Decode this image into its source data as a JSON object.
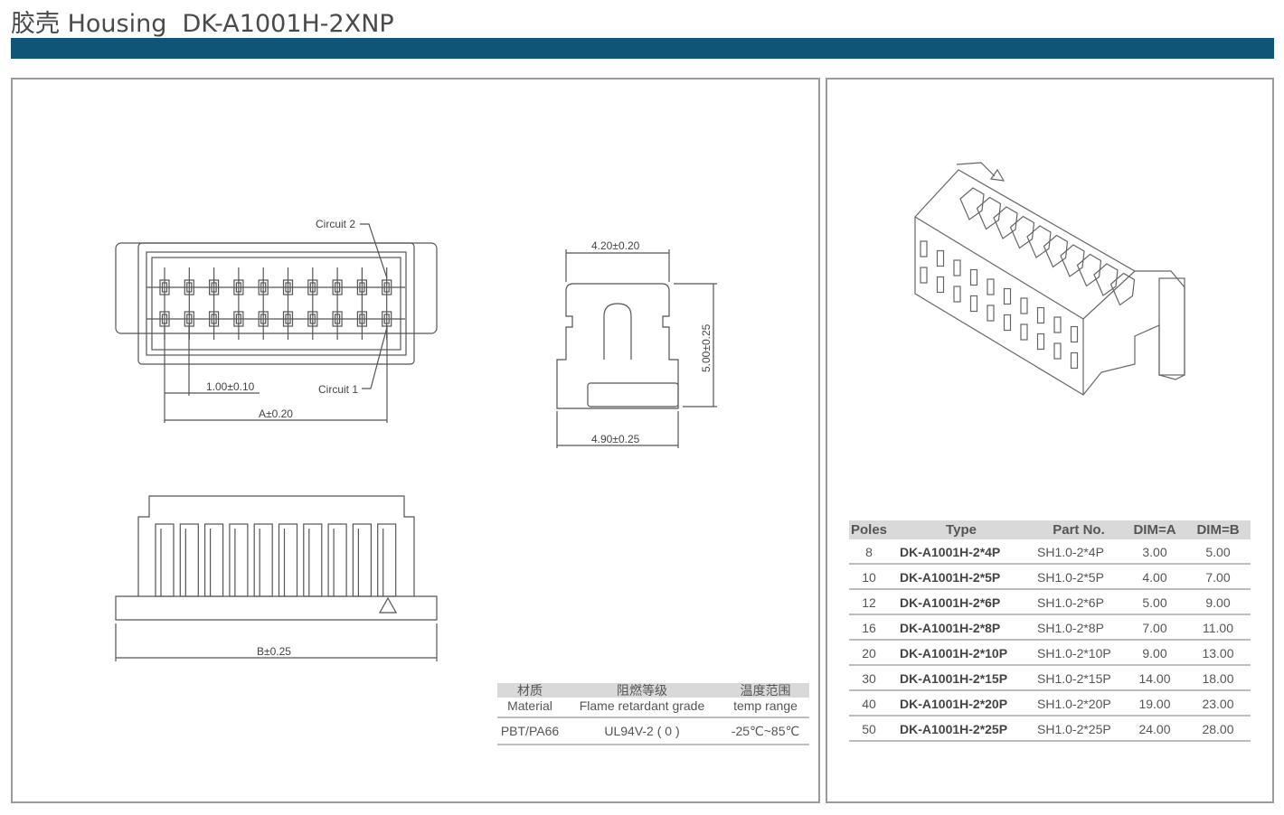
{
  "header": {
    "title": "胶壳 Housing  DK-A1001H-2XNP",
    "bar_color": "#0f5577"
  },
  "drawing": {
    "circuit2": "Circuit 2",
    "circuit1": "Circuit 1",
    "pitch": "1.00±0.10",
    "dim_a": "A±0.20",
    "dim_b": "B±0.25",
    "width_top": "4.20±0.20",
    "width_bottom": "4.90±0.25",
    "height": "5.00±0.25"
  },
  "material_table": {
    "headers_cn": [
      "材质",
      "阻燃等级",
      "温度范围"
    ],
    "headers_en": [
      "Material",
      "Flame retardant grade",
      "temp range"
    ],
    "values": [
      "PBT/PA66",
      "UL94V-2 ( 0 )",
      "-25℃~85℃"
    ]
  },
  "parts_table": {
    "headers": [
      "Poles",
      "Type",
      "Part No.",
      "DIM=A",
      "DIM=B"
    ],
    "rows": [
      [
        "8",
        "DK-A1001H-2*4P",
        "SH1.0-2*4P",
        "3.00",
        "5.00"
      ],
      [
        "10",
        "DK-A1001H-2*5P",
        "SH1.0-2*5P",
        "4.00",
        "7.00"
      ],
      [
        "12",
        "DK-A1001H-2*6P",
        "SH1.0-2*6P",
        "5.00",
        "9.00"
      ],
      [
        "16",
        "DK-A1001H-2*8P",
        "SH1.0-2*8P",
        "7.00",
        "11.00"
      ],
      [
        "20",
        "DK-A1001H-2*10P",
        "SH1.0-2*10P",
        "9.00",
        "13.00"
      ],
      [
        "30",
        "DK-A1001H-2*15P",
        "SH1.0-2*15P",
        "14.00",
        "18.00"
      ],
      [
        "40",
        "DK-A1001H-2*20P",
        "SH1.0-2*20P",
        "19.00",
        "23.00"
      ],
      [
        "50",
        "DK-A1001H-2*25P",
        "SH1.0-2*25P",
        "24.00",
        "28.00"
      ]
    ]
  }
}
